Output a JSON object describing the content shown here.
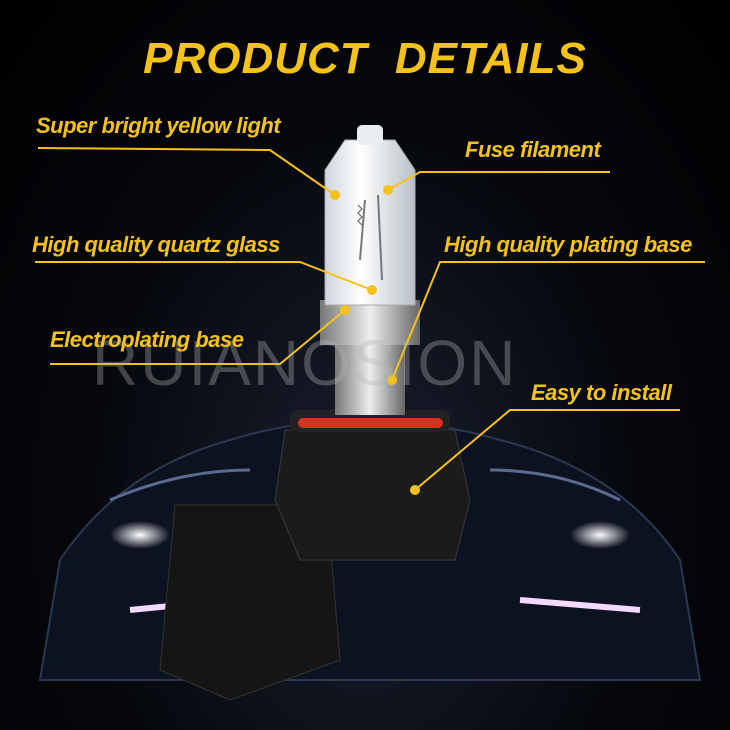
{
  "title": "PRODUCT  DETAILS",
  "labels": {
    "super_bright": "Super bright yellow light",
    "fuse": "Fuse filament",
    "quartz": "High quality quartz glass",
    "plating": "High quality plating base",
    "electroplating": "Electroplating base",
    "easy": "Easy to install"
  },
  "watermark": "RUIANOSION",
  "colors": {
    "accent": "#f5c21b",
    "background": "#000000"
  }
}
